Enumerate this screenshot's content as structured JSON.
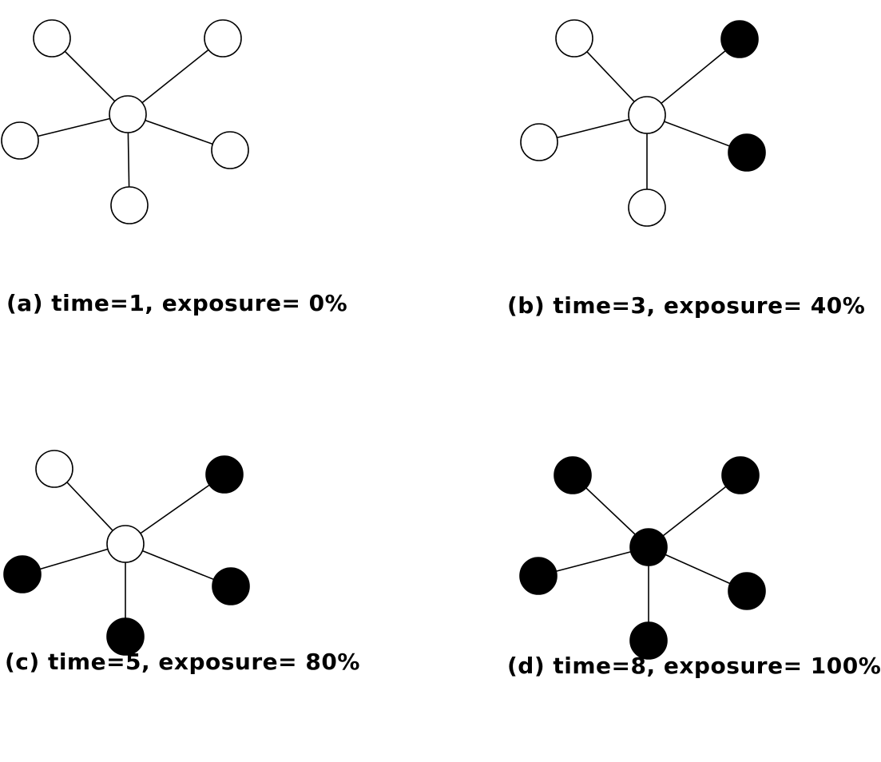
{
  "panels": [
    {
      "id": "a",
      "caption": "(a) time=1, exposure= 0%",
      "time": 1,
      "exposure_percent": 0,
      "node_state": {
        "center": "unexposed",
        "top-left": "unexposed",
        "top-right": "unexposed",
        "left": "unexposed",
        "right": "unexposed",
        "bottom": "unexposed"
      }
    },
    {
      "id": "b",
      "caption": "(b) time=3, exposure= 40%",
      "time": 3,
      "exposure_percent": 40,
      "node_state": {
        "center": "unexposed",
        "top-left": "unexposed",
        "top-right": "exposed",
        "left": "unexposed",
        "right": "exposed",
        "bottom": "unexposed"
      }
    },
    {
      "id": "c",
      "caption": "(c) time=5, exposure= 80%",
      "time": 5,
      "exposure_percent": 80,
      "node_state": {
        "center": "unexposed",
        "top-left": "unexposed",
        "top-right": "exposed",
        "left": "exposed",
        "right": "exposed",
        "bottom": "exposed"
      }
    },
    {
      "id": "d",
      "caption": "(d) time=8, exposure= 100%",
      "time": 8,
      "exposure_percent": 100,
      "node_state": {
        "center": "exposed",
        "top-left": "exposed",
        "top-right": "exposed",
        "left": "exposed",
        "right": "exposed",
        "bottom": "exposed"
      }
    }
  ],
  "colors": {
    "exposed": "#000000",
    "unexposed": "#ffffff",
    "edge": "#000000"
  }
}
